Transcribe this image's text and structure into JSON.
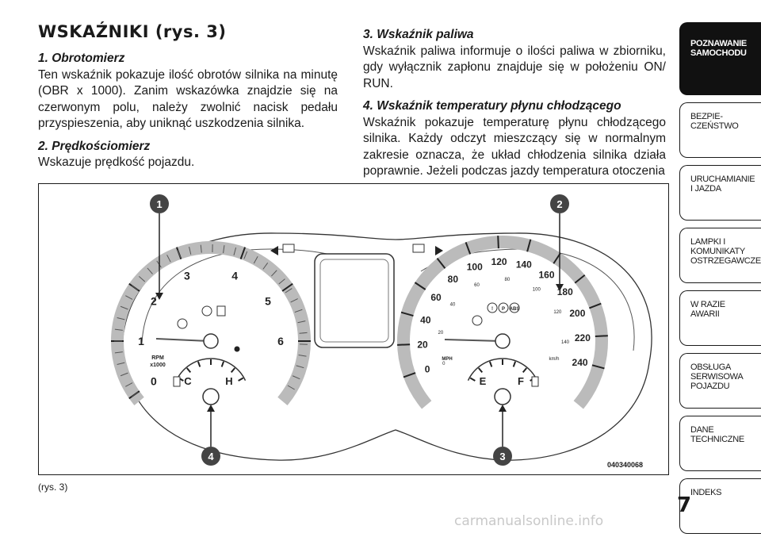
{
  "page": {
    "title": "WSKAŹNIKI (rys.  3)",
    "number": "7",
    "caption": "(rys. 3)",
    "figure_code": "040340068",
    "watermark": "carmanualsonline.info"
  },
  "left_column": {
    "s1_head": "1.  Obrotomierz",
    "s1_body": "Ten wskaźnik pokazuje ilość obrotów silnika na minutę (OBR x 1000). Zanim wskazówka znajdzie się na czerwonym polu, należy zwolnić nacisk pedału przyspieszenia, aby uniknąć uszkodzenia silnika.",
    "s2_head": "2.  Prędkościomierz",
    "s2_body": "Wskazuje prędkość pojazdu."
  },
  "right_column": {
    "s3_head": "3.  Wskaźnik paliwa",
    "s3_body": "Wskaźnik paliwa informuje o ilości paliwa w zbiorniku, gdy wyłącznik zapłonu znajduje się w położeniu ON/ RUN.",
    "s4_head": "4.  Wskaźnik temperatury płynu chłodzącego",
    "s4_body": "Wskaźnik pokazuje temperaturę płynu chłodzącego silnika. Każdy odczyt mieszczący się w normalnym zakresie oznacza, że układ chłodzenia silnika działa poprawnie. Jeżeli podczas jazdy temperatura otoczenia"
  },
  "sidebar": {
    "tabs": [
      {
        "label": "POZNAWANIE\nSAMOCHODU",
        "active": true
      },
      {
        "label": "BEZPIE-\nCZEŃSTWO",
        "active": false
      },
      {
        "label": "URUCHAMIANIE\nI JAZDA",
        "active": false
      },
      {
        "label": "LAMPKI I\nKOMUNIKATY\nOSTRZEGAWCZE",
        "active": false
      },
      {
        "label": "W RAZIE\nAWARII",
        "active": false
      },
      {
        "label": "OBSŁUGA\nSERWISOWA\nPOJAZDU",
        "active": false
      },
      {
        "label": "DANE\nTECHNICZNE",
        "active": false
      },
      {
        "label": "INDEKS",
        "active": false
      }
    ]
  },
  "figure": {
    "callouts": [
      "1",
      "2",
      "3",
      "4"
    ],
    "tacho": {
      "ticks": [
        "0",
        "1",
        "2",
        "3",
        "4",
        "5",
        "6"
      ],
      "unit_line1": "RPM",
      "unit_line2": "x1000"
    },
    "speedo": {
      "kmh_ticks": [
        "0",
        "20",
        "40",
        "60",
        "80",
        "100",
        "120",
        "140",
        "160",
        "180",
        "200",
        "220",
        "240"
      ],
      "mph_ticks": [
        "0",
        "20",
        "40",
        "60",
        "80",
        "100",
        "120",
        "140"
      ],
      "unit_mph": "MPH",
      "unit_kmh": "km/h"
    },
    "temp_gauge": {
      "low": "C",
      "high": "H"
    },
    "fuel_gauge": {
      "low": "E",
      "high": "F"
    },
    "indicator_labels": [
      "!",
      "P",
      "ABS"
    ]
  }
}
